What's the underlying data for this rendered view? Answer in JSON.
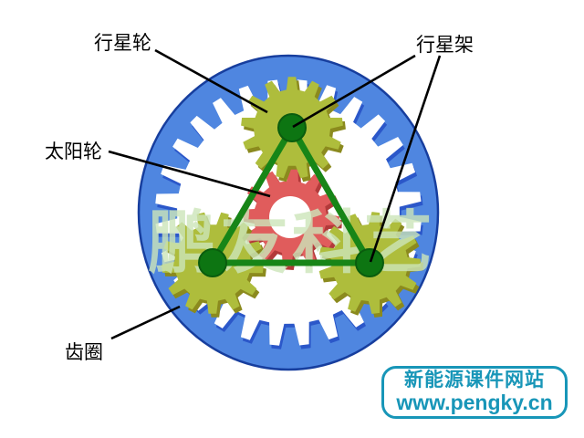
{
  "labels": {
    "planet_gear": "行星轮",
    "planet_carrier": "行星架",
    "sun_gear": "太阳轮",
    "ring_gear": "齿圈"
  },
  "watermark": {
    "text": "鹏友科艺"
  },
  "badge": {
    "line1": "新能源课件网站",
    "line2": "www.pengky.cn"
  },
  "colors": {
    "ring_blue": "#4F86E0",
    "ring_shadow": "#2B57C9",
    "ring_outline": "#173E9E",
    "planet_olive": "#AEBD3C",
    "planet_shadow": "#8B8A1E",
    "sun_red": "#E05C5C",
    "sun_shadow": "#B23A3A",
    "carrier_green": "#178517",
    "pin_green": "#0D7512",
    "pin_outline": "#0A5C0E",
    "leader_black": "#000000",
    "watermark_green": "#CDE6BA",
    "badge_teal": "#1896B8"
  }
}
